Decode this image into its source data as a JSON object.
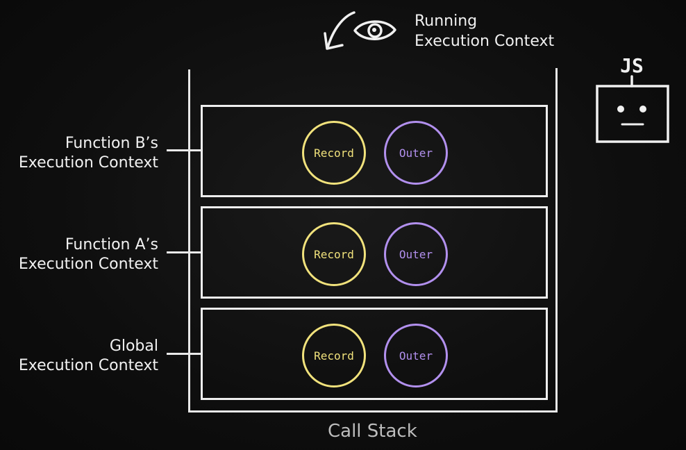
{
  "header": {
    "running_line1": "Running",
    "running_line2": "Execution Context"
  },
  "mascot": {
    "label": "JS"
  },
  "contexts": [
    {
      "line1": "Function B’s",
      "line2": "Execution Context",
      "record": "Record",
      "outer": "Outer"
    },
    {
      "line1": "Function A’s",
      "line2": "Execution Context",
      "record": "Record",
      "outer": "Outer"
    },
    {
      "line1": "Global",
      "line2": "Execution Context",
      "record": "Record",
      "outer": "Outer"
    }
  ],
  "stack": {
    "caption": "Call Stack"
  },
  "colors": {
    "record": "#f1e27c",
    "outer": "#b290ee",
    "stroke": "#eeeeee",
    "background": "#0c0c0c"
  }
}
